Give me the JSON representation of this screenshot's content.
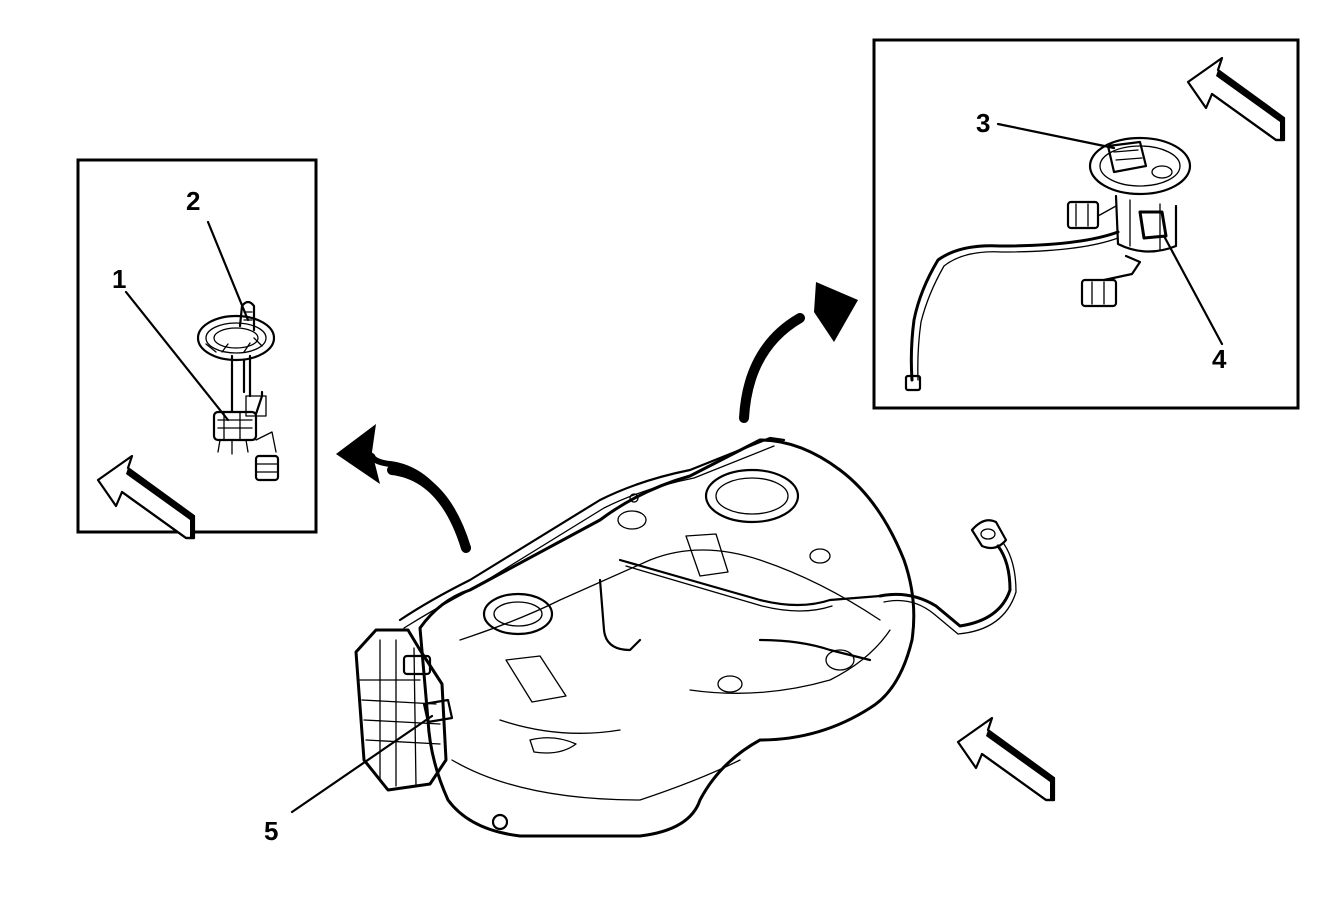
{
  "diagram": {
    "callouts": {
      "c1": "1",
      "c2": "2",
      "c3": "3",
      "c4": "4",
      "c5": "5"
    },
    "colors": {
      "ink": "#000000",
      "paper": "#ffffff"
    },
    "icons": [
      "direction-arrow-icon",
      "curved-pointer-arrow-icon"
    ]
  }
}
